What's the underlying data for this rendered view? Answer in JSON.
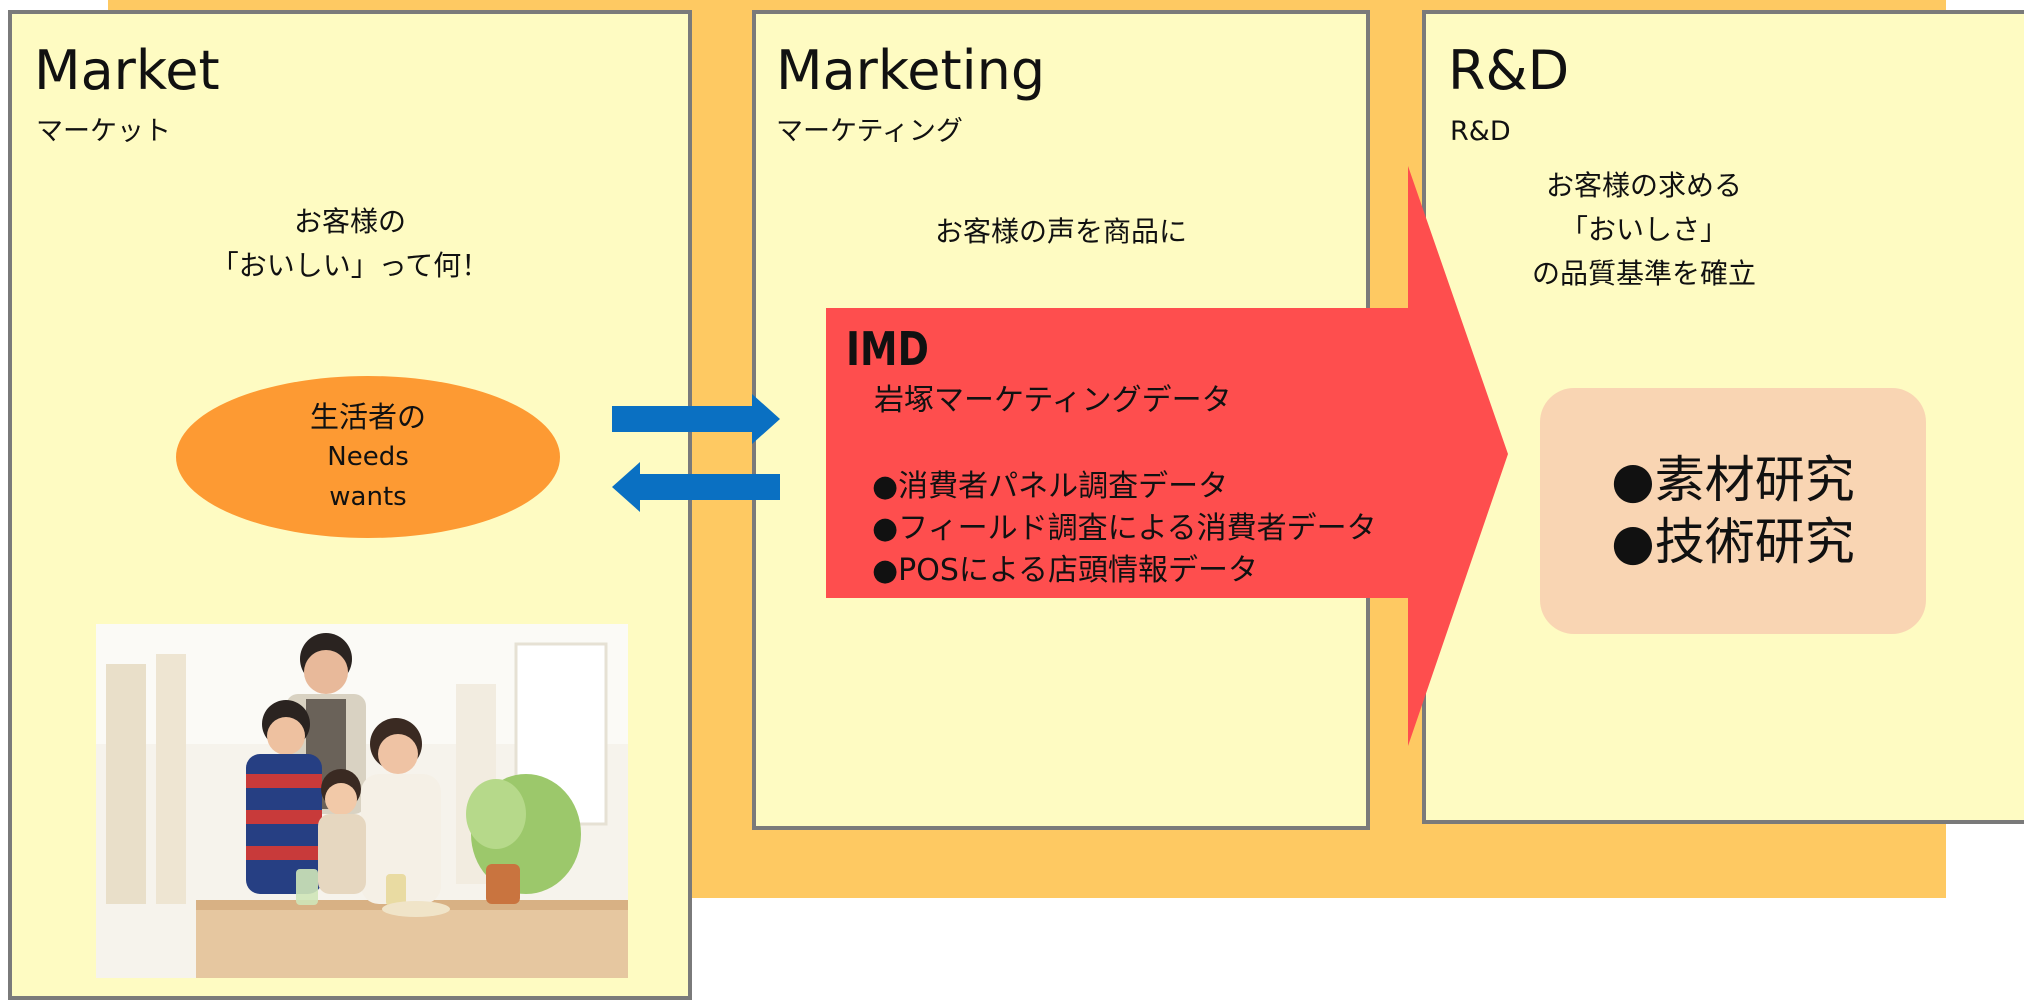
{
  "panels": {
    "market": {
      "title": "Market",
      "subtitle": "マーケット",
      "description": [
        "お客様の",
        "「おいしい」って何！"
      ],
      "needs": [
        "生活者の",
        "Needs",
        "wants"
      ]
    },
    "marketing": {
      "title": "Marketing",
      "subtitle": "マーケティング",
      "description": [
        "お客様の声を商品に"
      ]
    },
    "rd": {
      "title": "R&D",
      "subtitle": "R&D",
      "description": [
        "お客様の求める",
        "「おいしさ」",
        "の品質基準を確立"
      ],
      "research": [
        "●素材研究",
        "●技術研究"
      ]
    }
  },
  "imd": {
    "title": "IMD",
    "subtitle": "岩塚マーケティングデータ",
    "items": [
      "●消費者パネル調査データ",
      "●フィールド調査による消費者データ",
      "●POSによる店頭情報データ"
    ]
  },
  "colors": {
    "background_band": "#fec962",
    "panel_fill": "#fefbc2",
    "panel_border": "#7a7a7a",
    "needs_ellipse": "#fd9a33",
    "flow_arrow": "#0a70c2",
    "imd_arrow": "#fe4e4e",
    "research_box": "#f9d5b3"
  },
  "icons": [
    "arrow-right-icon",
    "arrow-left-icon",
    "imd-arrow"
  ]
}
